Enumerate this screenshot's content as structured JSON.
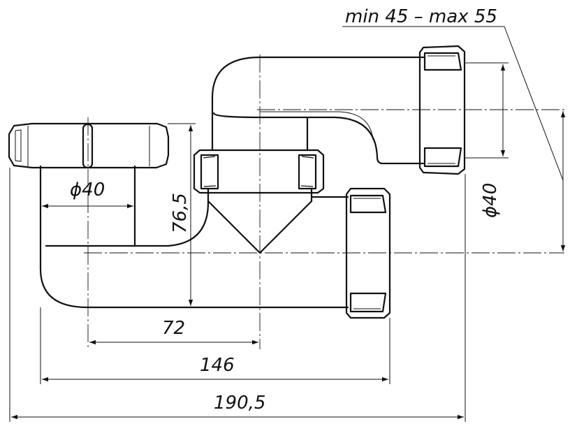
{
  "dimensions": {
    "range_label": "min 45 – max 55",
    "inlet_diameter": "ϕ40",
    "outlet_diameter": "ϕ40",
    "height": "76,5",
    "offset_72": "72",
    "offset_146": "146",
    "overall_length": "190,5"
  },
  "colors": {
    "line": "#111111",
    "background": "#ffffff"
  }
}
